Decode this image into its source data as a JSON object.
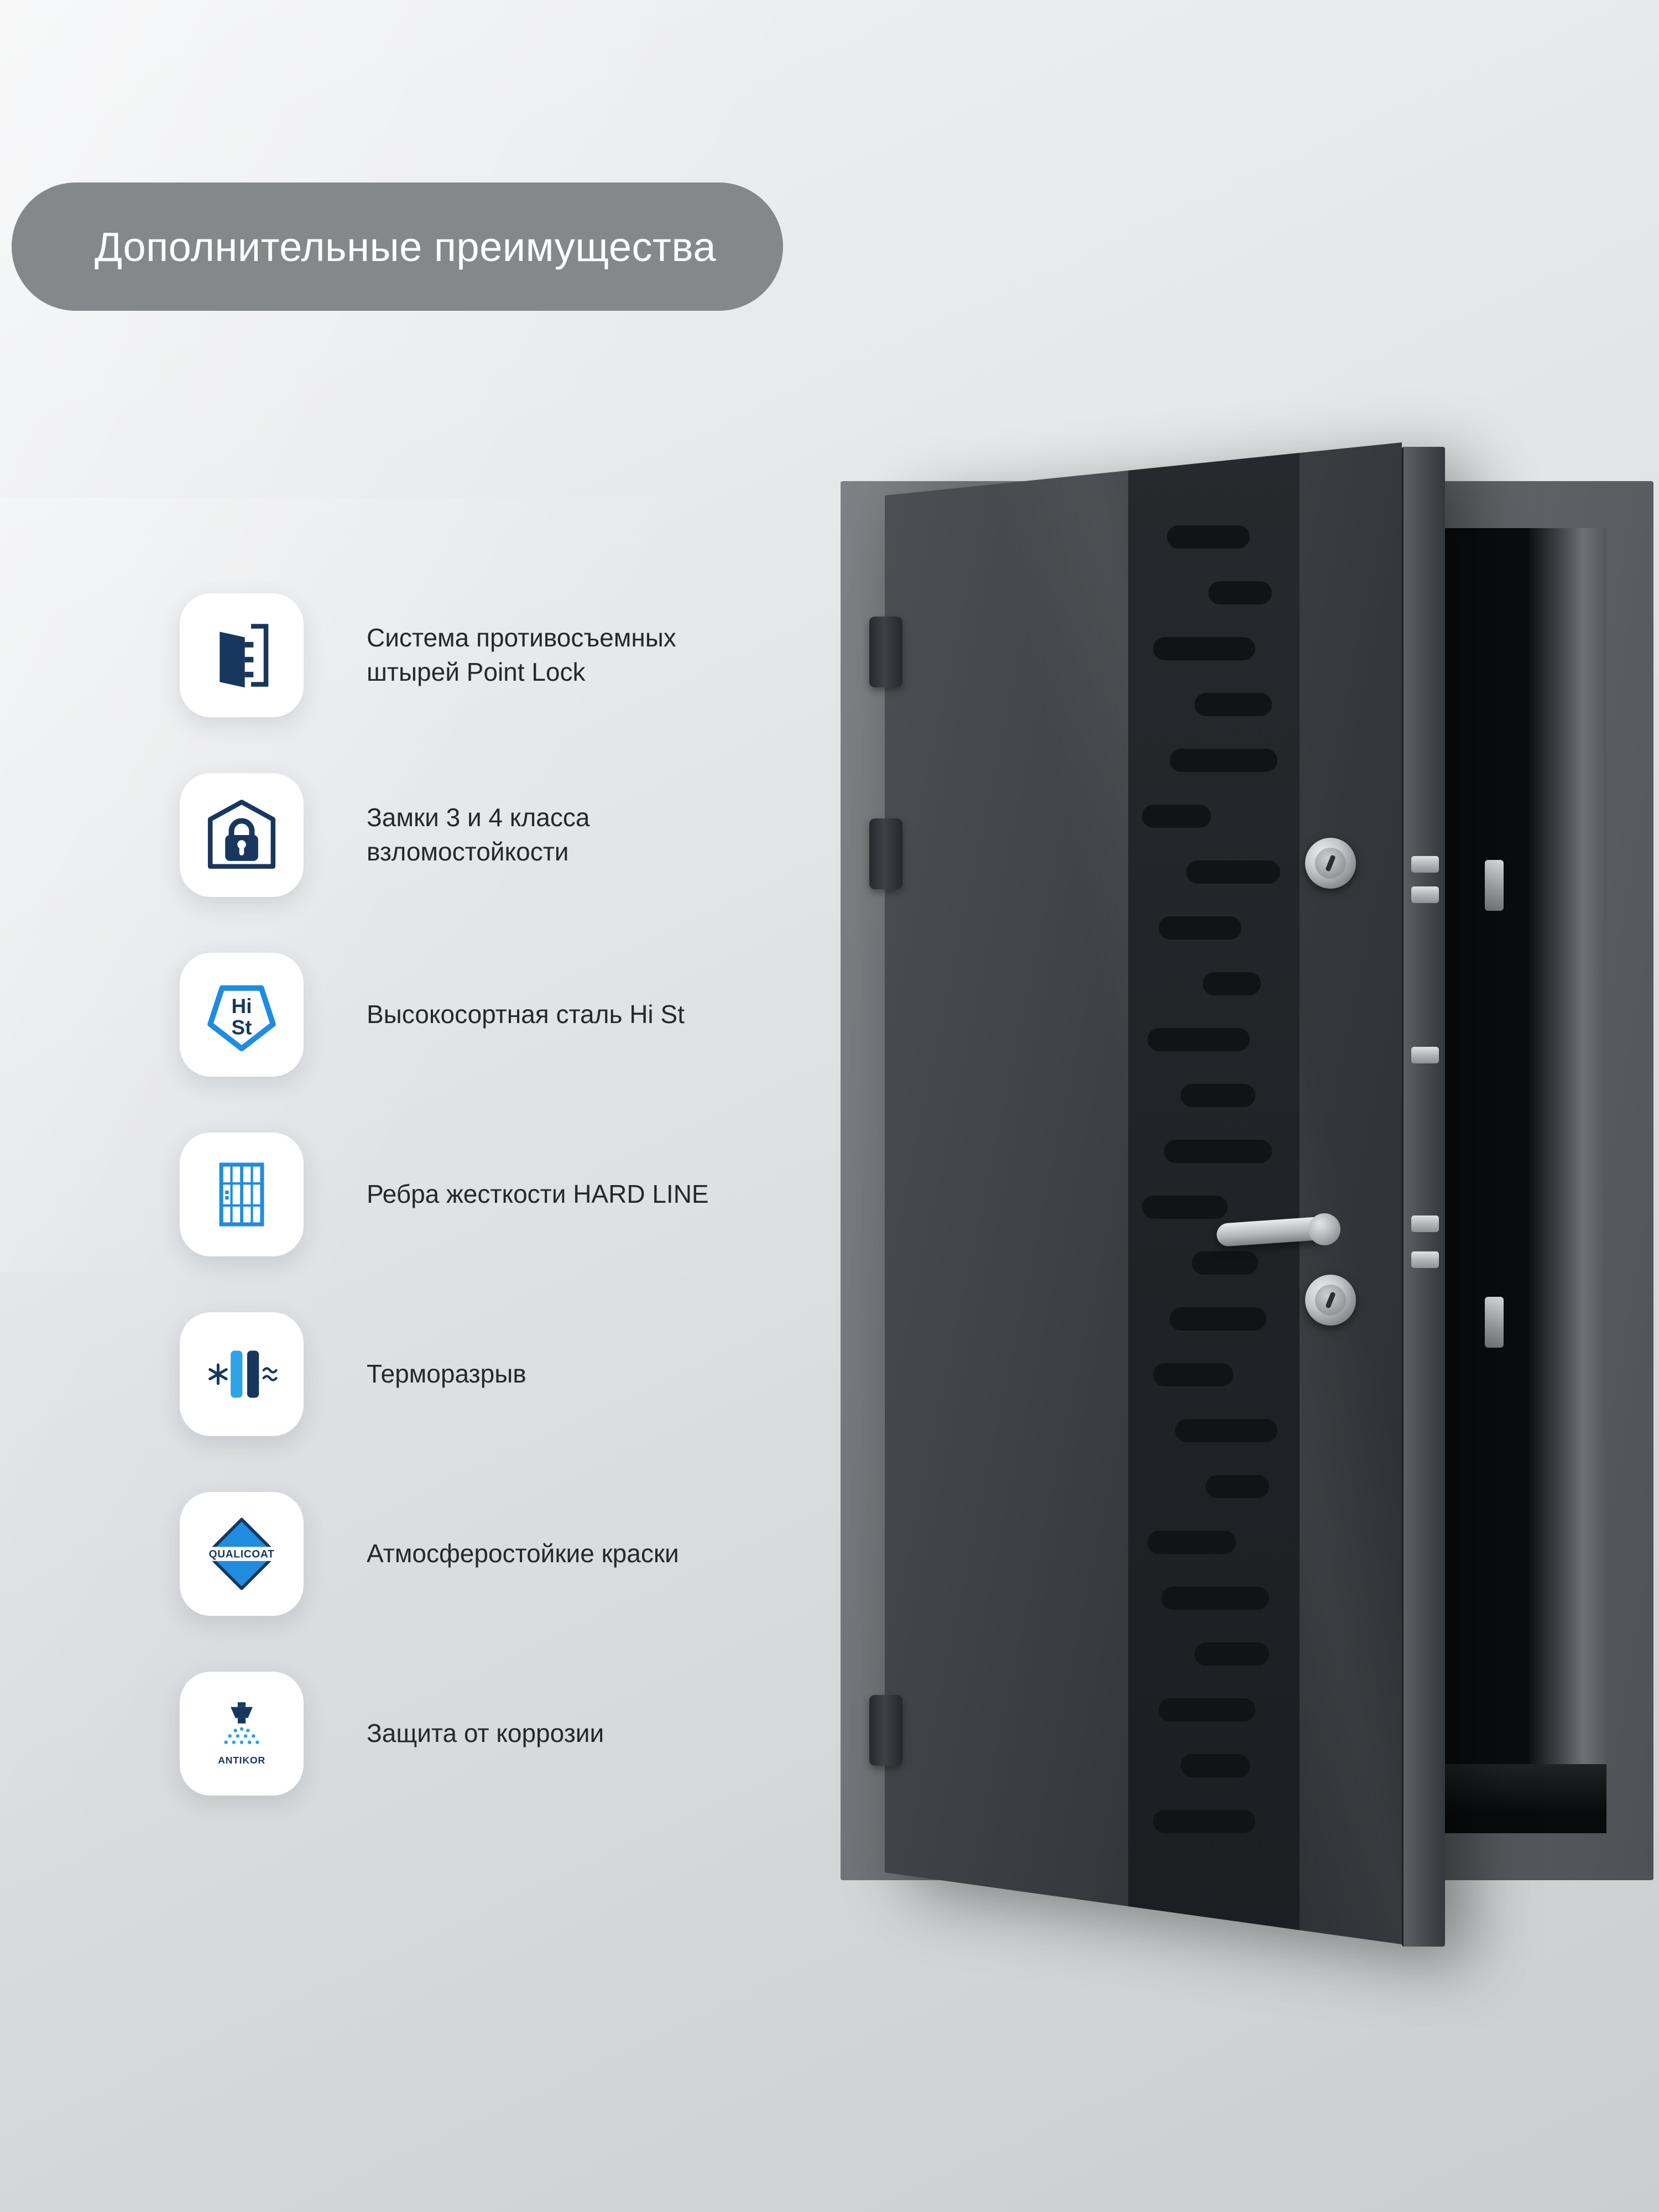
{
  "header": {
    "title": "Дополнительные преимущества"
  },
  "features": [
    {
      "icon": "point-lock-door-icon",
      "label": "Система противосъемных\nштырей Point Lock"
    },
    {
      "icon": "lock-house-icon",
      "label": "Замки 3 и 4 класса\nвзломостойкости"
    },
    {
      "icon": "hi-st-pentagon-icon",
      "label": "Высокосортная сталь Hi St",
      "icon_text_line1": "Hi",
      "icon_text_line2": "St"
    },
    {
      "icon": "hard-line-ribs-icon",
      "label": "Ребра жесткости HARD LINE"
    },
    {
      "icon": "thermal-break-icon",
      "label": "Терморазрыв"
    },
    {
      "icon": "qualicoat-icon",
      "label": "Атмосферостойкие краски",
      "icon_text": "QUALICOAT"
    },
    {
      "icon": "antikor-spray-icon",
      "label": "Защита от коррозии",
      "icon_text": "ANTIKOR"
    }
  ],
  "colors": {
    "accent_navy": "#17375e",
    "accent_blue": "#1f8ce0",
    "light_blue": "#2ea3e6",
    "pill_gray": "#85888b",
    "text_dark": "#26292c",
    "door_charcoal": "#33373b",
    "background_light": "#e8eaec"
  }
}
